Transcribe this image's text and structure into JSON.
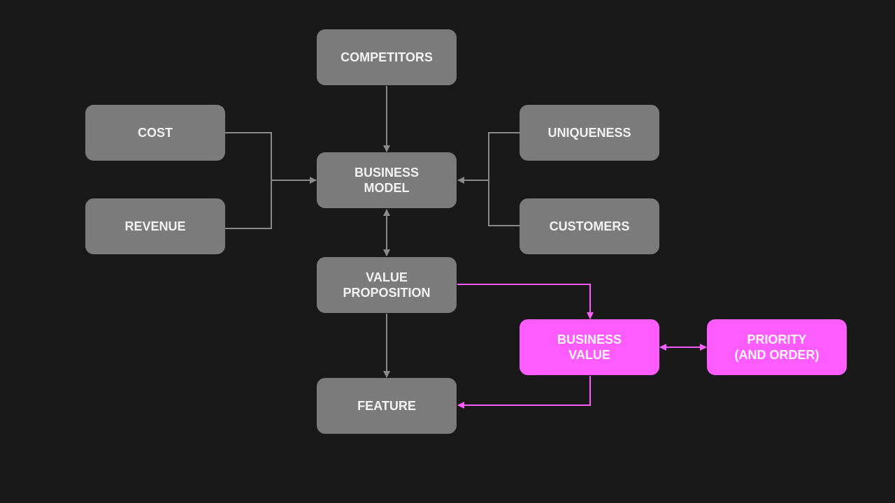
{
  "colors": {
    "background": "#191919",
    "node_gray": "#7b7b7b",
    "node_pink": "#ff5cff",
    "connector_gray": "#8a8a8a",
    "connector_pink": "#ff5cff"
  },
  "nodes": {
    "competitors": "COMPETITORS",
    "cost": "COST",
    "revenue": "REVENUE",
    "business_model": "BUSINESS\nMODEL",
    "uniqueness": "UNIQUENESS",
    "customers": "CUSTOMERS",
    "value_proposition": "VALUE\nPROPOSITION",
    "business_value": "BUSINESS\nVALUE",
    "priority": "PRIORITY\n(AND ORDER)",
    "feature": "FEATURE"
  },
  "edges": [
    {
      "from": "competitors",
      "to": "business_model",
      "direction": "forward"
    },
    {
      "from": "cost",
      "to": "business_model",
      "direction": "forward"
    },
    {
      "from": "revenue",
      "to": "business_model",
      "direction": "forward"
    },
    {
      "from": "uniqueness",
      "to": "business_model",
      "direction": "forward"
    },
    {
      "from": "customers",
      "to": "business_model",
      "direction": "forward"
    },
    {
      "from": "business_model",
      "to": "value_proposition",
      "direction": "both"
    },
    {
      "from": "value_proposition",
      "to": "feature",
      "direction": "forward"
    },
    {
      "from": "value_proposition",
      "to": "business_value",
      "direction": "forward"
    },
    {
      "from": "business_value",
      "to": "priority",
      "direction": "both"
    },
    {
      "from": "business_value",
      "to": "feature",
      "direction": "forward"
    }
  ]
}
